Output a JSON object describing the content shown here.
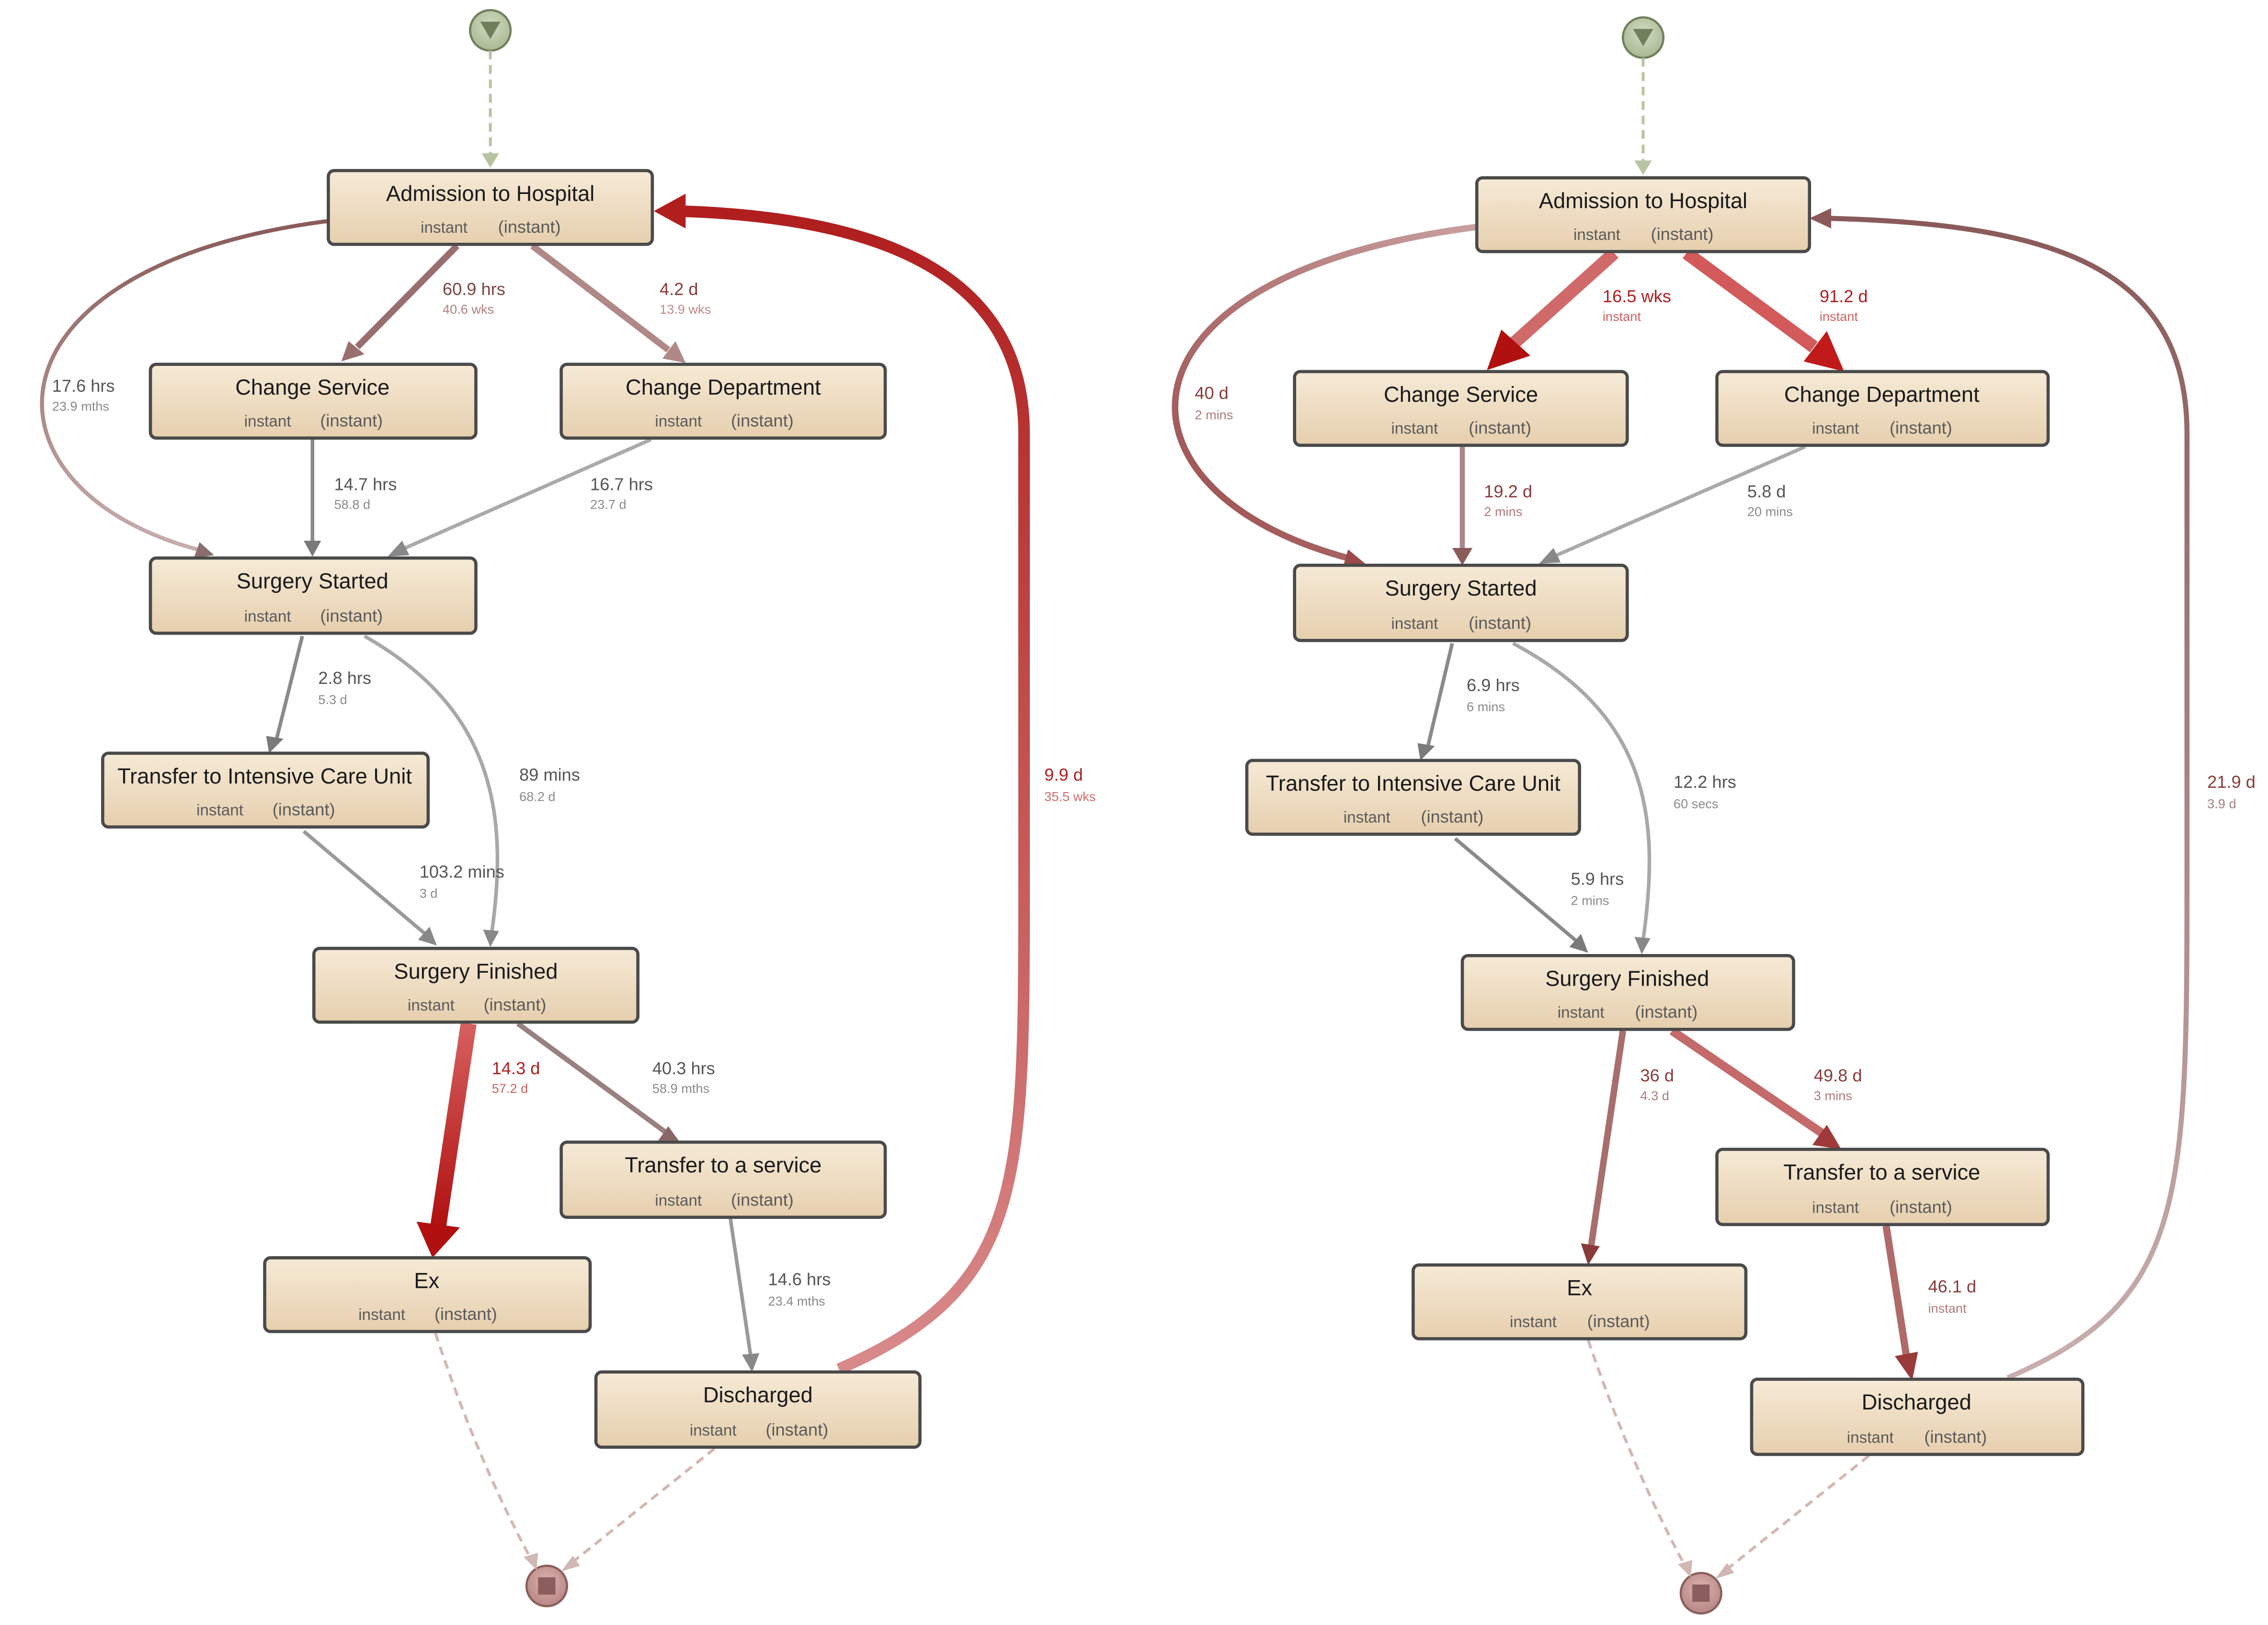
{
  "models": [
    {
      "id": "left",
      "nodes": [
        {
          "id": "adm",
          "label": "Admission to Hospital",
          "left": "instant",
          "right": "(instant)"
        },
        {
          "id": "cs",
          "label": "Change Service",
          "left": "instant",
          "right": "(instant)"
        },
        {
          "id": "cd",
          "label": "Change Department",
          "left": "instant",
          "right": "(instant)"
        },
        {
          "id": "ss",
          "label": "Surgery Started",
          "left": "instant",
          "right": "(instant)"
        },
        {
          "id": "icu",
          "label": "Transfer to Intensive Care Unit",
          "left": "instant",
          "right": "(instant)"
        },
        {
          "id": "sf",
          "label": "Surgery Finished",
          "left": "instant",
          "right": "(instant)"
        },
        {
          "id": "ts",
          "label": "Transfer to a service",
          "left": "instant",
          "right": "(instant)"
        },
        {
          "id": "ex",
          "label": "Ex",
          "left": "instant",
          "right": "(instant)"
        },
        {
          "id": "dis",
          "label": "Discharged",
          "left": "instant",
          "right": "(instant)"
        }
      ],
      "edges": [
        {
          "id": "adm-cs",
          "main": "60.9 hrs",
          "sub": "40.6 wks"
        },
        {
          "id": "adm-cd",
          "main": "4.2 d",
          "sub": "13.9 wks"
        },
        {
          "id": "adm-ss",
          "main": "17.6 hrs",
          "sub": "23.9 mths"
        },
        {
          "id": "cs-ss",
          "main": "14.7 hrs",
          "sub": "58.8 d"
        },
        {
          "id": "cd-ss",
          "main": "16.7 hrs",
          "sub": "23.7 d"
        },
        {
          "id": "ss-icu",
          "main": "2.8 hrs",
          "sub": "5.3 d"
        },
        {
          "id": "ss-sf",
          "main": "89 mins",
          "sub": "68.2 d"
        },
        {
          "id": "icu-sf",
          "main": "103.2 mins",
          "sub": "3 d"
        },
        {
          "id": "sf-ex",
          "main": "14.3 d",
          "sub": "57.2 d"
        },
        {
          "id": "sf-ts",
          "main": "40.3 hrs",
          "sub": "58.9 mths"
        },
        {
          "id": "ts-dis",
          "main": "14.6 hrs",
          "sub": "23.4 mths"
        },
        {
          "id": "dis-adm",
          "main": "9.9 d",
          "sub": "35.5 wks"
        }
      ]
    },
    {
      "id": "right",
      "nodes": [
        {
          "id": "adm",
          "label": "Admission to Hospital",
          "left": "instant",
          "right": "(instant)"
        },
        {
          "id": "cs",
          "label": "Change Service",
          "left": "instant",
          "right": "(instant)"
        },
        {
          "id": "cd",
          "label": "Change Department",
          "left": "instant",
          "right": "(instant)"
        },
        {
          "id": "ss",
          "label": "Surgery Started",
          "left": "instant",
          "right": "(instant)"
        },
        {
          "id": "icu",
          "label": "Transfer to Intensive Care Unit",
          "left": "instant",
          "right": "(instant)"
        },
        {
          "id": "sf",
          "label": "Surgery Finished",
          "left": "instant",
          "right": "(instant)"
        },
        {
          "id": "ts",
          "label": "Transfer to a service",
          "left": "instant",
          "right": "(instant)"
        },
        {
          "id": "ex",
          "label": "Ex",
          "left": "instant",
          "right": "(instant)"
        },
        {
          "id": "dis",
          "label": "Discharged",
          "left": "instant",
          "right": "(instant)"
        }
      ],
      "edges": [
        {
          "id": "adm-cs",
          "main": "16.5 wks",
          "sub": "instant"
        },
        {
          "id": "adm-cd",
          "main": "91.2 d",
          "sub": "instant"
        },
        {
          "id": "adm-ss",
          "main": "40 d",
          "sub": "2 mins"
        },
        {
          "id": "cs-ss",
          "main": "19.2 d",
          "sub": "2 mins"
        },
        {
          "id": "cd-ss",
          "main": "5.8 d",
          "sub": "20 mins"
        },
        {
          "id": "ss-icu",
          "main": "6.9 hrs",
          "sub": "6 mins"
        },
        {
          "id": "ss-sf",
          "main": "12.2 hrs",
          "sub": "60 secs"
        },
        {
          "id": "icu-sf",
          "main": "5.9 hrs",
          "sub": "2 mins"
        },
        {
          "id": "sf-ex",
          "main": "36 d",
          "sub": "4.3 d"
        },
        {
          "id": "sf-ts",
          "main": "49.8 d",
          "sub": "3 mins"
        },
        {
          "id": "ts-dis",
          "main": "46.1 d",
          "sub": "instant"
        },
        {
          "id": "dis-adm",
          "main": "21.9 d",
          "sub": "3.9 d"
        }
      ]
    }
  ],
  "colors": {
    "background": "#ffffff",
    "node_fill_top": "#f6ead6",
    "node_fill_bottom": "#e6cfae",
    "node_border": "#4a4a4a",
    "edge_neutral": "#8a8a8a",
    "edge_strong": "#b01e1e",
    "edge_pinkish": "#9a6a6a",
    "start_node": "#b7c4a2",
    "end_node": "#c79a98"
  }
}
